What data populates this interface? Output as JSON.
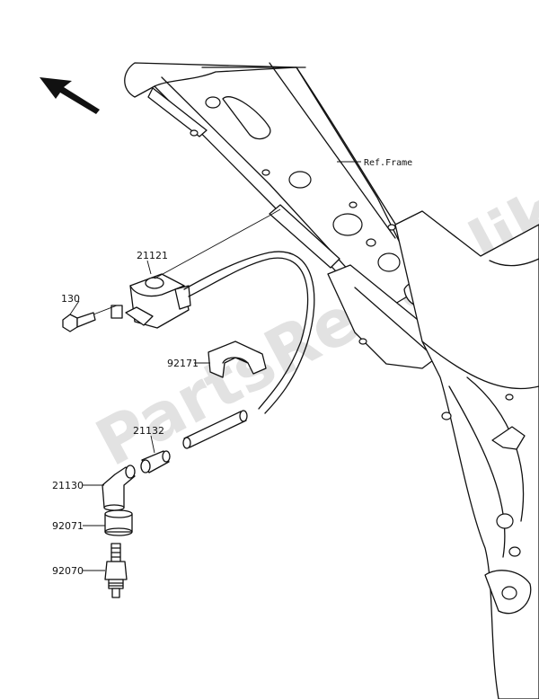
{
  "watermark": "PartsRepublik",
  "reference": "Ref.Frame",
  "parts": [
    {
      "id": "21121"
    },
    {
      "id": "130"
    },
    {
      "id": "92171"
    },
    {
      "id": "21132"
    },
    {
      "id": "21130"
    },
    {
      "id": "92071"
    },
    {
      "id": "92070"
    }
  ],
  "icons": {
    "direction": "direction-arrow-icon"
  }
}
